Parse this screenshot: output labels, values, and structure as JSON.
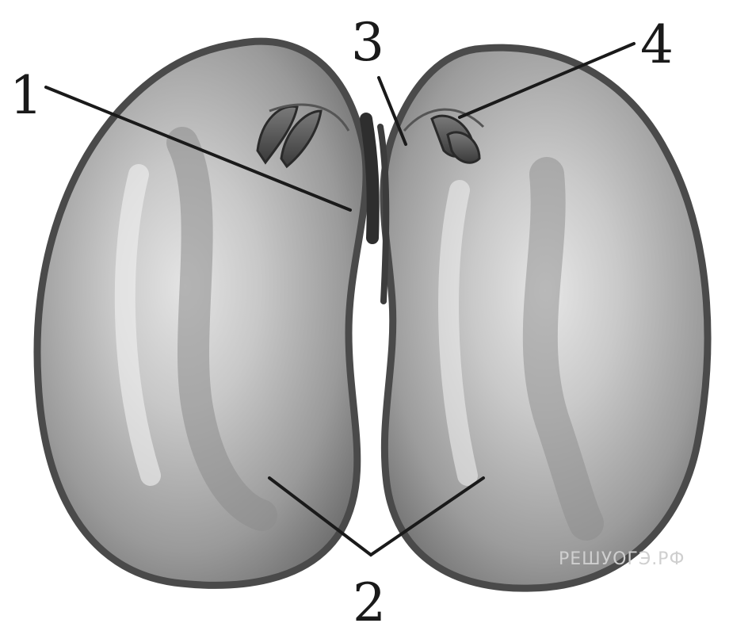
{
  "diagram": {
    "labels": {
      "embryo_root": "1",
      "cotyledons": "2",
      "seed_coat": "3",
      "embryo_bud": "4"
    },
    "watermark": "РЕШУОГЭ.РФ"
  }
}
